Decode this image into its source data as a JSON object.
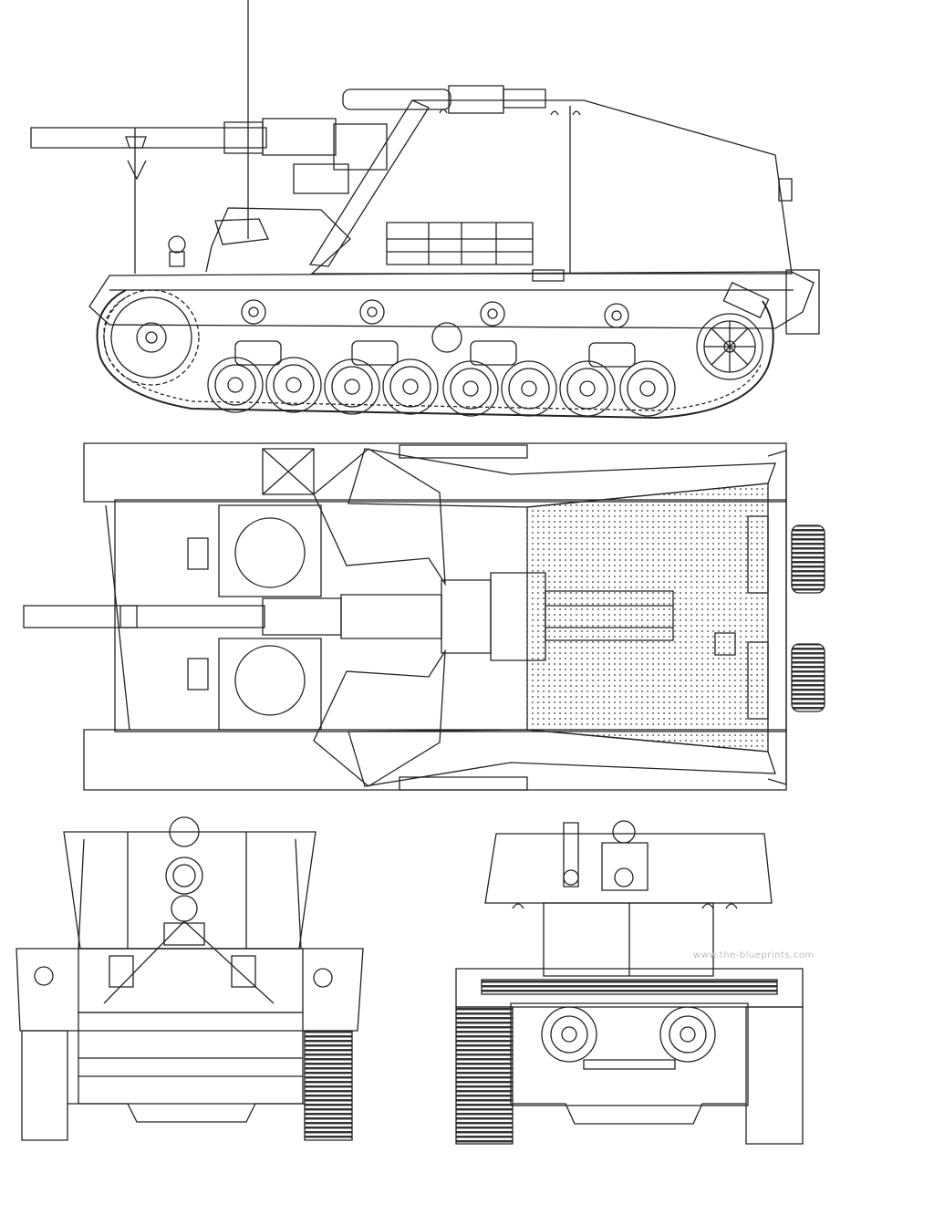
{
  "watermark": "www.the-blueprints.com",
  "drawing": {
    "line_color": "#222222",
    "paper_color": "#ffffff",
    "views": [
      {
        "id": "side",
        "road_wheels": 8,
        "return_rollers": 4
      },
      {
        "id": "top"
      },
      {
        "id": "front"
      },
      {
        "id": "rear"
      }
    ]
  }
}
